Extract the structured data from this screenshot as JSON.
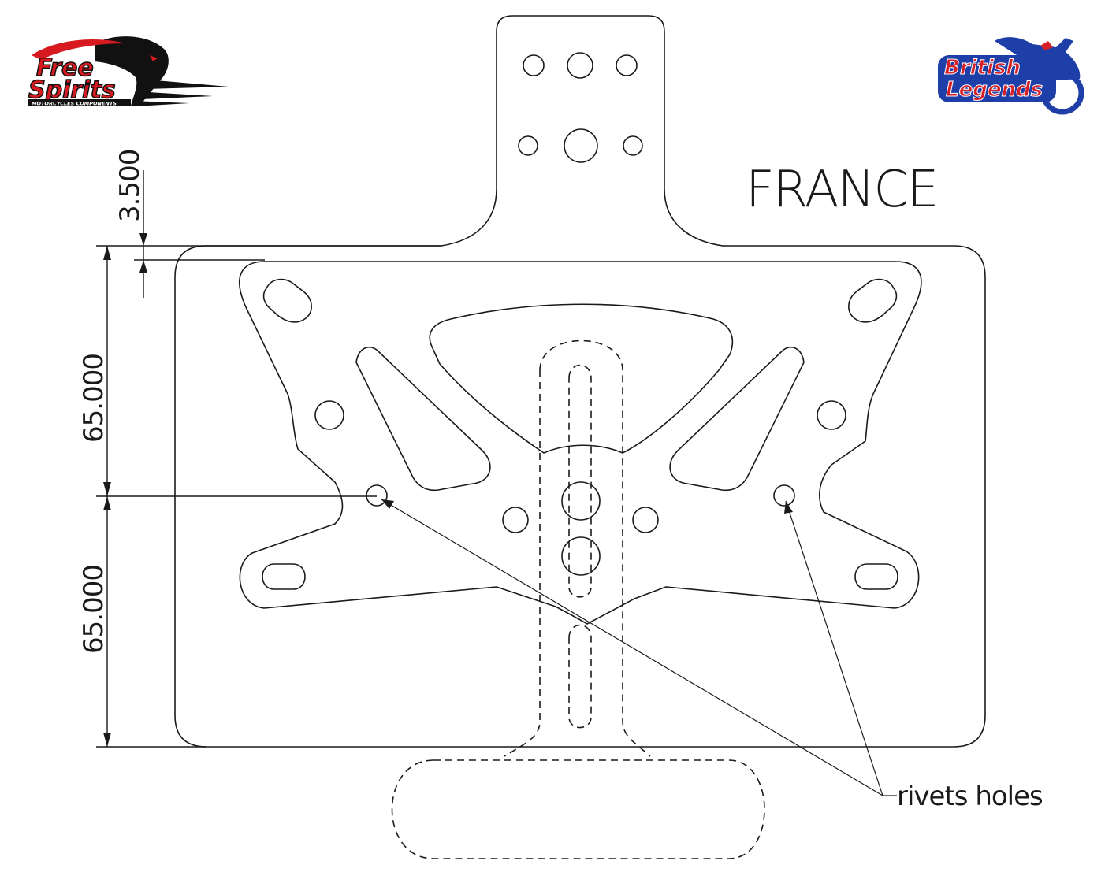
{
  "drawing": {
    "country_label": "FRANCE",
    "annotation": "rivets holes",
    "dimensions": {
      "top_offset": "3.500",
      "upper_span": "65.000",
      "lower_span": "65.000"
    }
  },
  "logos": {
    "left": {
      "line1": "Free",
      "line2": "Spirits",
      "tagline": "MOTORCYCLES COMPONENTS",
      "colors": {
        "red": "#d71920",
        "black": "#111111"
      }
    },
    "right": {
      "line1": "British",
      "line2": "Legends",
      "colors": {
        "blue": "#1f3fa8",
        "red": "#d62027",
        "white": "#ffffff"
      }
    }
  }
}
